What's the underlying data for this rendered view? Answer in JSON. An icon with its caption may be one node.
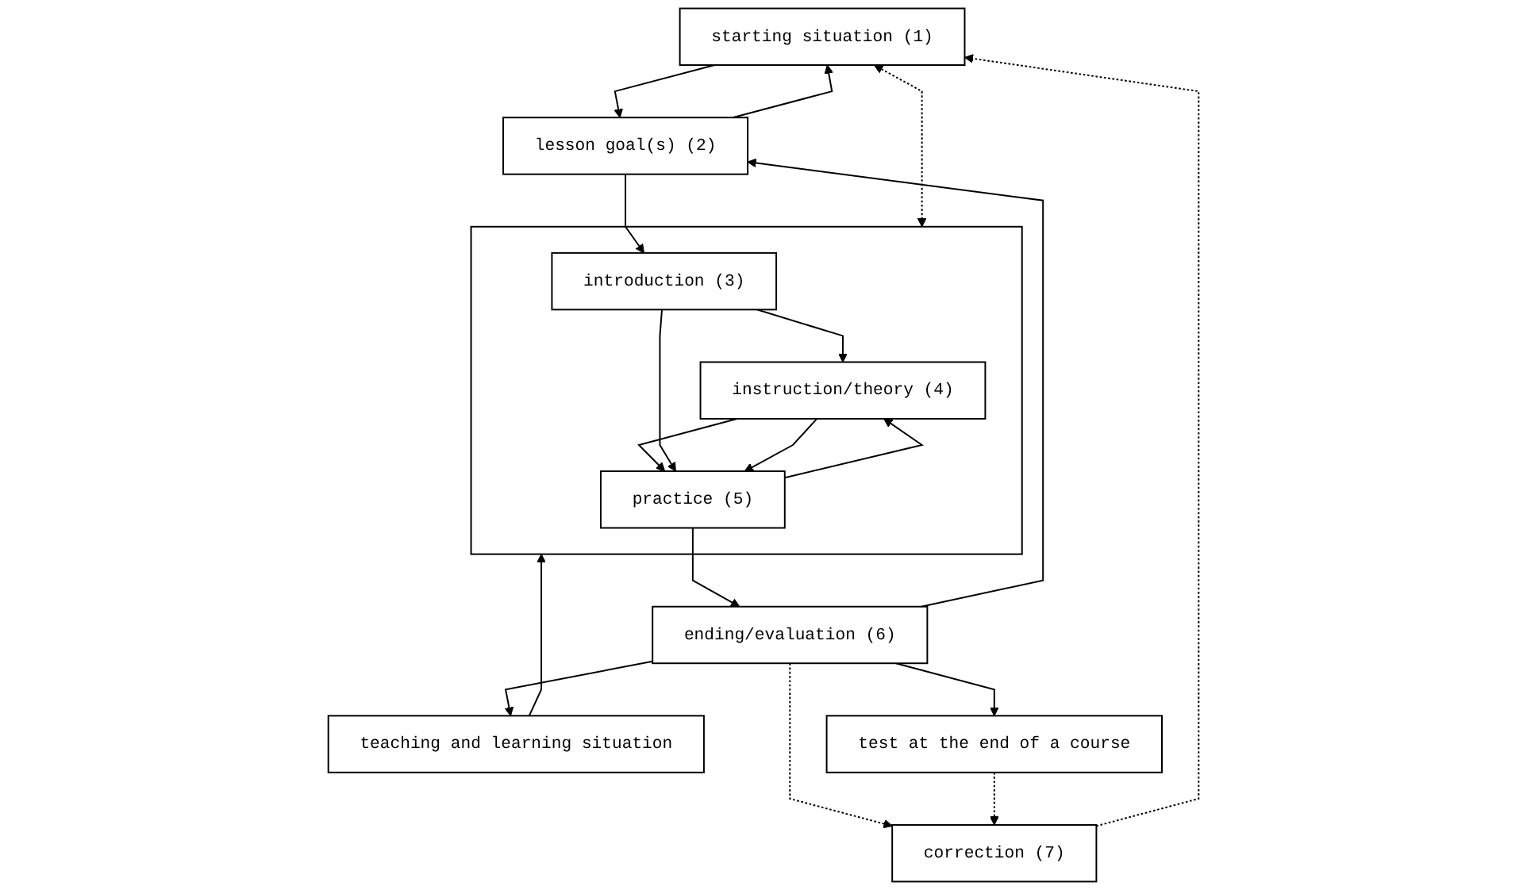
{
  "diagram": {
    "nodes": [
      {
        "text": [
          "starting situation (1)"
        ]
      },
      {
        "text": [
          "lesson goal(s) (2)"
        ]
      },
      {
        "text": [],
        "shape": "box"
      },
      {
        "text": [
          "introduction (3)"
        ],
        "in": 2
      },
      {
        "text": [
          "instruction/theory (4)"
        ],
        "in": 2
      },
      {
        "text": [
          "practice (5)"
        ],
        "in": 2
      },
      {
        "text": [
          "teaching and learning situation"
        ]
      },
      {
        "text": [
          "correction (7)"
        ]
      },
      {
        "text": [
          "ending/evaluation (6)"
        ]
      },
      {
        "text": [
          "test at the end of a course"
        ]
      }
    ],
    "edges": [
      {
        "from": 0,
        "to": 1,
        "arrow": "to"
      },
      {
        "from": 1,
        "to": 0,
        "arrow": "to"
      },
      {
        "from": 1,
        "to": 3,
        "arrow": "to"
      },
      {
        "from": 3,
        "to": 4,
        "arrow": "to"
      },
      {
        "from": 4,
        "to": 5,
        "arrow": "to"
      },
      {
        "from": 3,
        "to": 5,
        "arrow": "to"
      },
      {
        "from": 4,
        "to": 5,
        "arrow": "to"
      },
      {
        "from": 5,
        "to": 4,
        "arrow": "to"
      },
      {
        "from": 6,
        "to": 2,
        "arrow": "to"
      },
      {
        "from": 0,
        "to": 2,
        "arrow": "both",
        "style": "dashed"
      },
      {
        "from": 5,
        "to": 8,
        "arrow": "to"
      },
      {
        "from": 8,
        "to": 7,
        "arrow": "to",
        "style": "dashed"
      },
      {
        "from": 8,
        "to": 1,
        "arrow": "to"
      },
      {
        "from": 8,
        "to": 6,
        "arrow": "to"
      },
      {
        "from": 7,
        "to": 0,
        "arrow": "to",
        "style": "dashed"
      },
      {
        "from": 8,
        "to": 9,
        "arrow": "to"
      },
      {
        "from": 9,
        "to": 7,
        "arrow": "to",
        "style": "dashed"
      }
    ]
  }
}
